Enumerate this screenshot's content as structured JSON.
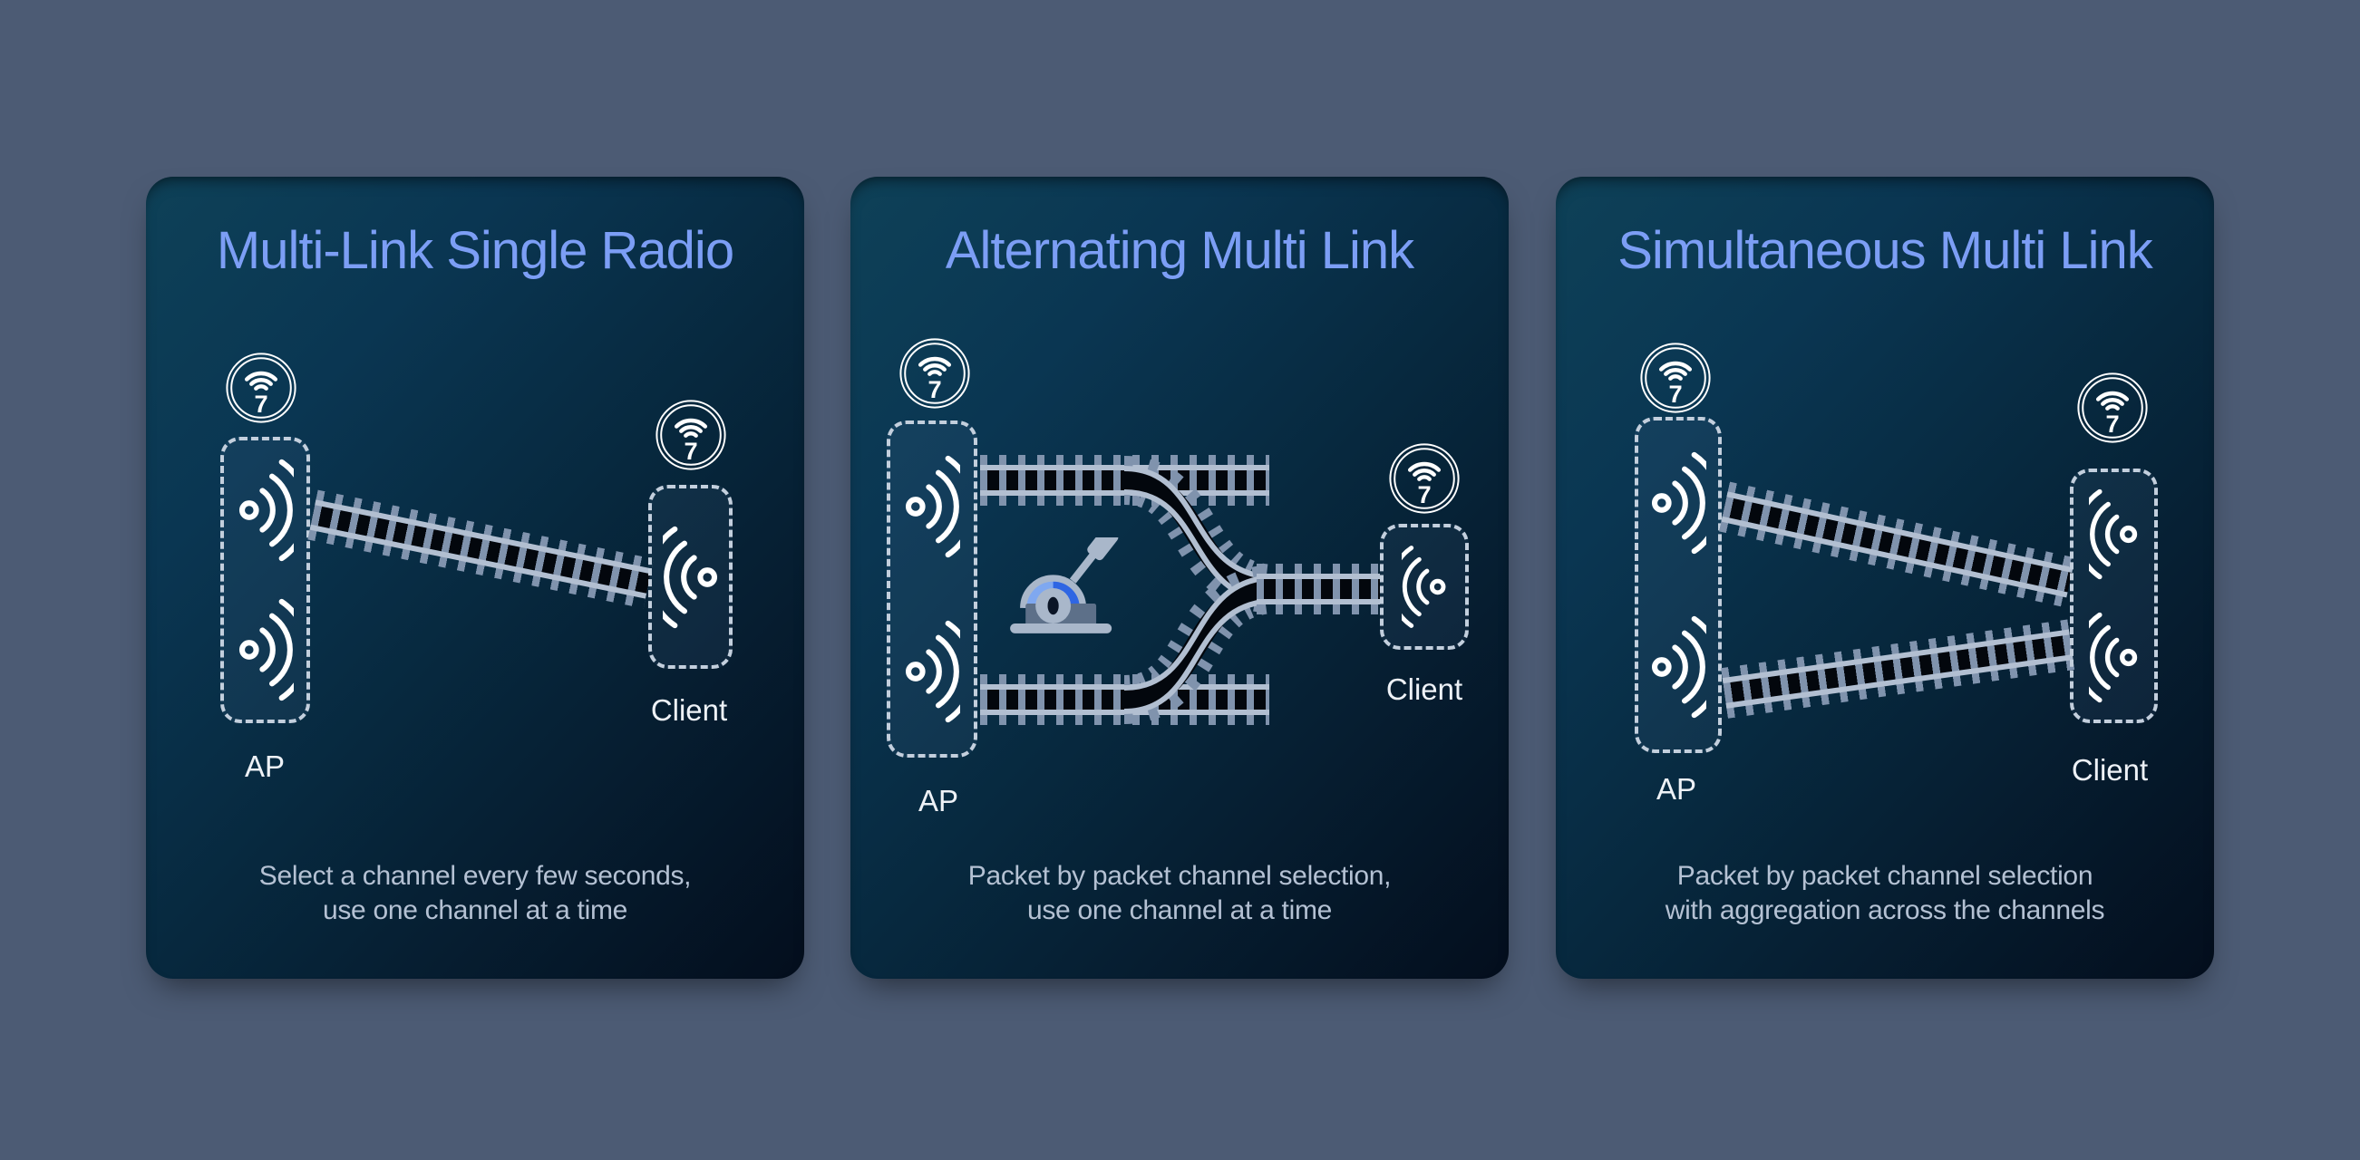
{
  "page": {
    "background_color": "#4c5b74",
    "card_title_color": "#7c9ef5",
    "description_color": "#b4c1d3",
    "label_color": "#eef2f7"
  },
  "icons": {
    "wifi7_badge_text": "7"
  },
  "colors": {
    "rail": "#b2bfd1",
    "tie": "#8093ad",
    "track_bed": "#03070d",
    "switch_blue": "#2f66e3",
    "switch_light_blue": "#7fa8f0",
    "switch_gray": "#a9b7ca"
  },
  "cards": [
    {
      "title": "Multi-Link Single Radio",
      "ap_label": "AP",
      "client_label": "Client",
      "description_line1": "Select a channel every few seconds,",
      "description_line2": "use one channel at a time",
      "ap_radio_count": 2,
      "client_radio_count": 1,
      "link_count": 1
    },
    {
      "title": "Alternating Multi Link",
      "ap_label": "AP",
      "client_label": "Client",
      "description_line1": "Packet by packet channel selection,",
      "description_line2": "use one channel at a time",
      "ap_radio_count": 2,
      "client_radio_count": 1,
      "link_count": 2
    },
    {
      "title": "Simultaneous Multi Link",
      "ap_label": "AP",
      "client_label": "Client",
      "description_line1": "Packet by packet channel selection",
      "description_line2": "with aggregation across the channels",
      "ap_radio_count": 2,
      "client_radio_count": 2,
      "link_count": 2
    }
  ]
}
